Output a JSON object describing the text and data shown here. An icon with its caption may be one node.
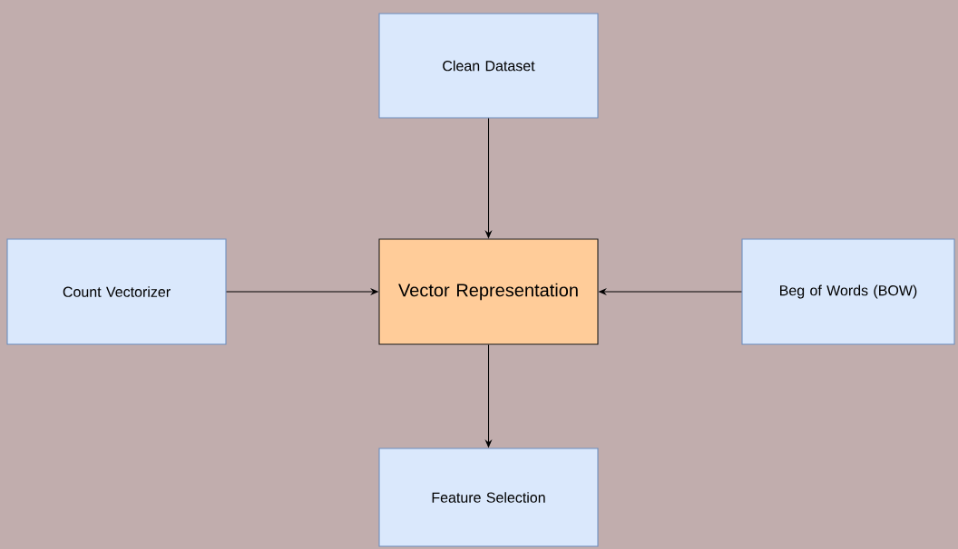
{
  "diagram": {
    "nodes": [
      {
        "text": [
          "Clean Dataset"
        ]
      },
      {
        "text": [
          "Count Vectorizer"
        ]
      },
      {
        "text": [
          "Vector Representation"
        ]
      },
      {
        "text": [
          "Beg of Words (BOW)"
        ]
      },
      {
        "text": [
          "Feature Selection"
        ]
      }
    ],
    "edges": [
      {
        "from": 0,
        "to": 2,
        "arrow": "to"
      },
      {
        "from": 1,
        "to": 2,
        "arrow": "to"
      },
      {
        "from": 3,
        "to": 2,
        "arrow": "to"
      },
      {
        "from": 2,
        "to": 4,
        "arrow": "to"
      }
    ]
  }
}
